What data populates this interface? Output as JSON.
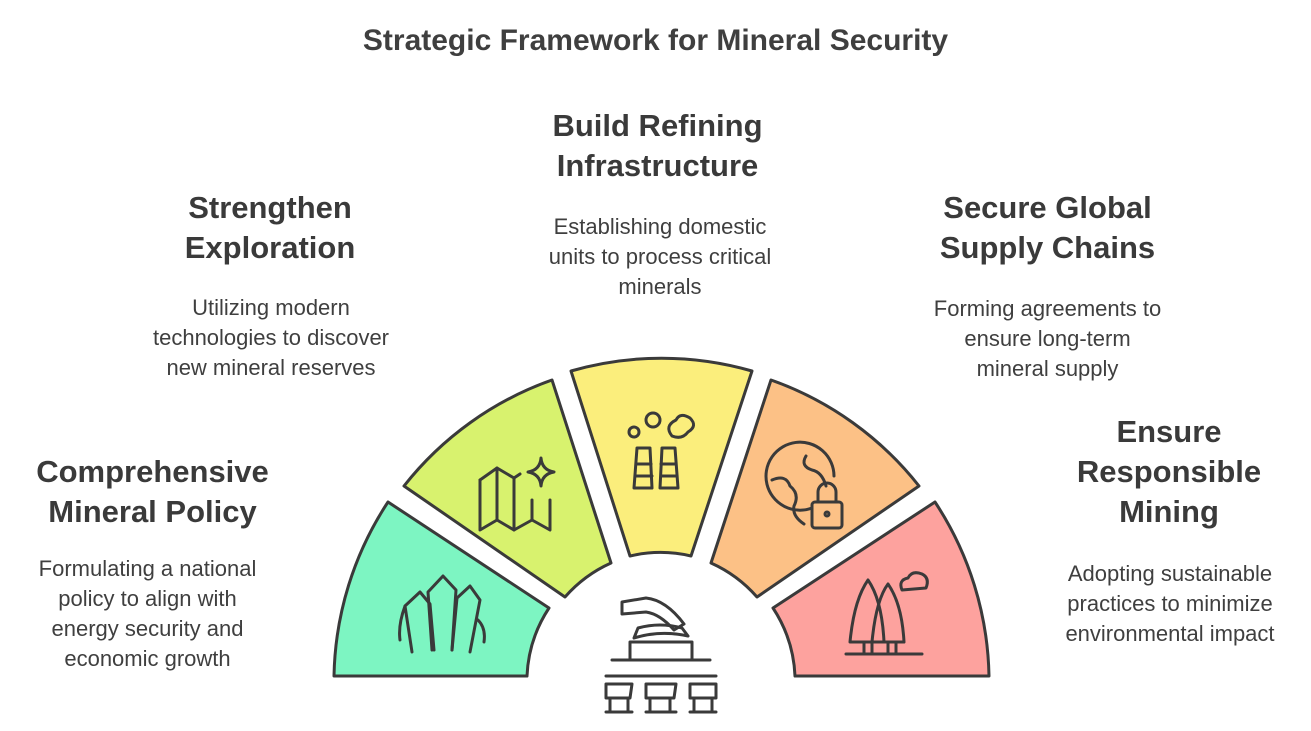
{
  "title": "Strategic Framework for Mineral Security",
  "colors": {
    "policy": "#7df5c2",
    "exploration": "#d8f26e",
    "refining": "#fbee7c",
    "supply": "#fcc186",
    "mining": "#fda29e"
  },
  "items": {
    "policy": {
      "heading_1": "Comprehensive",
      "heading_2": "Mineral Policy",
      "desc_1": "Formulating a national",
      "desc_2": "policy to align with",
      "desc_3": "energy security and",
      "desc_4": "economic growth",
      "icon": "crystals-icon"
    },
    "exploration": {
      "heading_1": "Strengthen",
      "heading_2": "Exploration",
      "desc_1": "Utilizing modern",
      "desc_2": "technologies to discover",
      "desc_3": "new mineral reserves",
      "icon": "map-sparkle-icon"
    },
    "refining": {
      "heading_1": "Build Refining",
      "heading_2": "Infrastructure",
      "desc_1": "Establishing domestic",
      "desc_2": "units to process critical",
      "desc_3": "minerals",
      "icon": "factory-chimneys-icon"
    },
    "supply": {
      "heading_1": "Secure Global",
      "heading_2": "Supply Chains",
      "desc_1": "Forming agreements to",
      "desc_2": "ensure long-term",
      "desc_3": "mineral supply",
      "icon": "globe-lock-icon"
    },
    "mining": {
      "heading_1": "Ensure",
      "heading_2": "Responsible",
      "heading_3": "Mining",
      "desc_1": "Adopting sustainable",
      "desc_2": "practices to minimize",
      "desc_3": "environmental impact",
      "icon": "trees-cloud-icon"
    }
  },
  "center_icon": "mining-excavator-icon"
}
